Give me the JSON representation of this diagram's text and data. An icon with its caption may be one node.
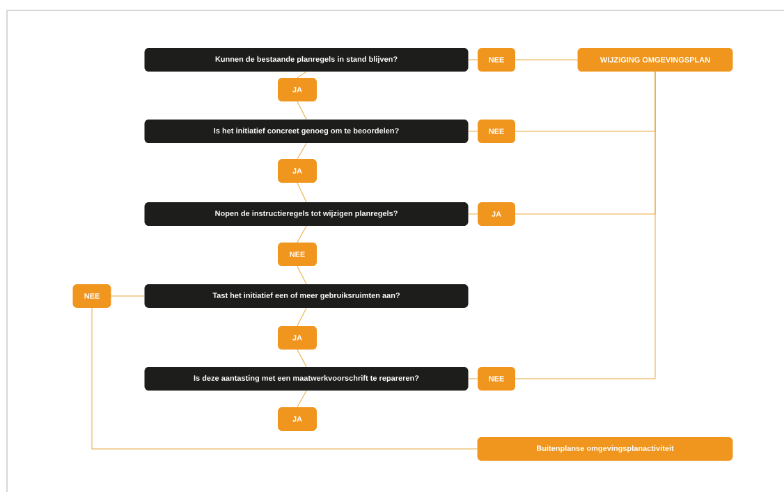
{
  "diagram": {
    "nodes": [
      {
        "text": [
          "Kunnen de bestaande planregels in stand blijven?"
        ]
      },
      {
        "text": [
          "NEE"
        ]
      },
      {
        "text": [
          "WIJZIGING OMGEVINGSPLAN"
        ]
      },
      {
        "text": [
          "JA"
        ]
      },
      {
        "text": [
          "Is het initiatief concreet genoeg om te beoordelen?"
        ]
      },
      {
        "text": [
          "NEE"
        ]
      },
      {
        "text": [
          "JA"
        ]
      },
      {
        "text": [
          "Nopen de instructieregels tot wijzigen planregels?"
        ]
      },
      {
        "text": [
          "JA"
        ]
      },
      {
        "text": [
          "NEE"
        ]
      },
      {
        "text": [
          "NEE"
        ]
      },
      {
        "text": [
          "Tast het initiatief een of meer gebruiksruimten aan?"
        ]
      },
      {
        "text": [
          "JA"
        ]
      },
      {
        "text": [
          "Is deze aantasting met een maatwerkvoorschrift te repareren?"
        ]
      },
      {
        "text": [
          "NEE"
        ]
      },
      {
        "text": [
          "JA"
        ]
      },
      {
        "text": [
          "Buitenplanse omgevingsplanactiviteit"
        ]
      }
    ],
    "edges": [
      {
        "from": 0,
        "to": 1,
        "arrow": "none"
      },
      {
        "from": 1,
        "to": 2,
        "arrow": "none"
      },
      {
        "from": 0,
        "to": 3,
        "arrow": "none"
      },
      {
        "from": 3,
        "to": 4,
        "arrow": "none"
      },
      {
        "from": 4,
        "to": 5,
        "arrow": "none"
      },
      {
        "from": 5,
        "to": 2,
        "arrow": "none"
      },
      {
        "from": 4,
        "to": 6,
        "arrow": "none"
      },
      {
        "from": 6,
        "to": 7,
        "arrow": "none"
      },
      {
        "from": 7,
        "to": 8,
        "arrow": "none"
      },
      {
        "from": 8,
        "to": 2,
        "arrow": "none"
      },
      {
        "from": 7,
        "to": 9,
        "arrow": "none"
      },
      {
        "from": 9,
        "to": 11,
        "arrow": "none"
      },
      {
        "from": 11,
        "to": 10,
        "arrow": "none"
      },
      {
        "from": 10,
        "to": 16,
        "arrow": "none"
      },
      {
        "from": 11,
        "to": 12,
        "arrow": "none"
      },
      {
        "from": 12,
        "to": 13,
        "arrow": "none"
      },
      {
        "from": 13,
        "to": 14,
        "arrow": "none"
      },
      {
        "from": 14,
        "to": 2,
        "arrow": "none"
      },
      {
        "from": 13,
        "to": 15,
        "arrow": "none"
      }
    ]
  }
}
